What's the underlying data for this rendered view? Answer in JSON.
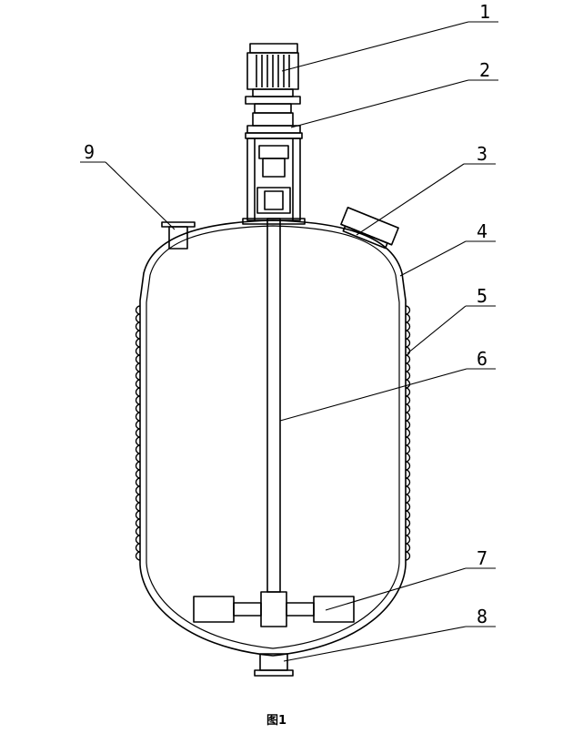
{
  "labels": {
    "l1": "1",
    "l2": "2",
    "l3": "3",
    "l4": "4",
    "l5": "5",
    "l6": "6",
    "l7": "7",
    "l8": "8",
    "l9": "9"
  },
  "caption": "图1"
}
